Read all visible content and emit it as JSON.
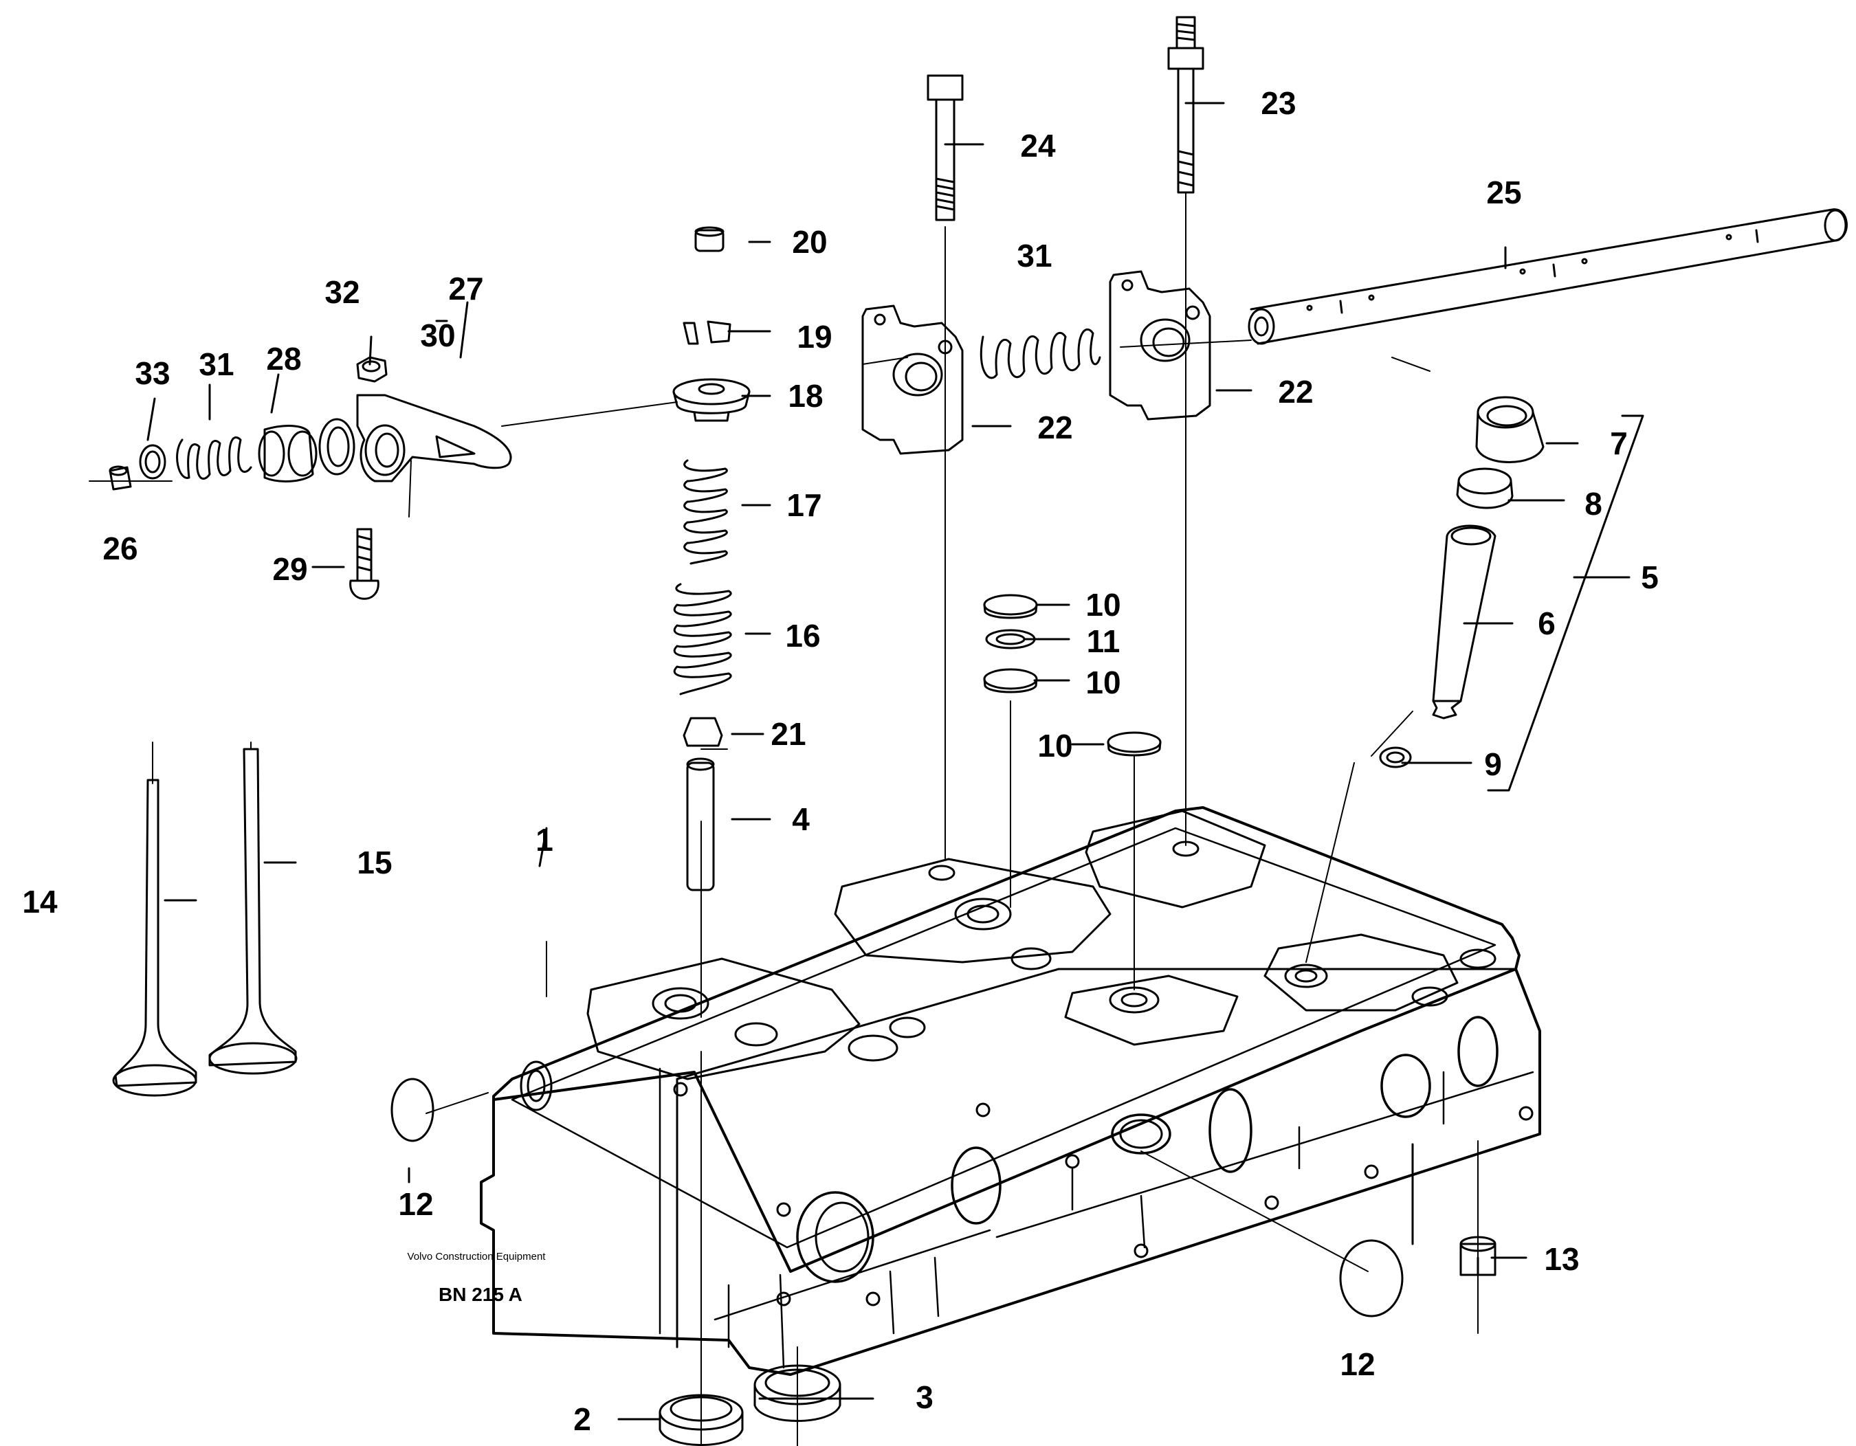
{
  "caption": {
    "company": "Volvo Construction Equipment",
    "drawing_code": "BN 215 A"
  },
  "callouts": [
    {
      "id": "1",
      "text": "1"
    },
    {
      "id": "2",
      "text": "2"
    },
    {
      "id": "3",
      "text": "3"
    },
    {
      "id": "4",
      "text": "4"
    },
    {
      "id": "5",
      "text": "5"
    },
    {
      "id": "6",
      "text": "6"
    },
    {
      "id": "7",
      "text": "7"
    },
    {
      "id": "8",
      "text": "8"
    },
    {
      "id": "9",
      "text": "9"
    },
    {
      "id": "10a",
      "text": "10"
    },
    {
      "id": "10b",
      "text": "10"
    },
    {
      "id": "10c",
      "text": "10"
    },
    {
      "id": "11",
      "text": "11"
    },
    {
      "id": "12a",
      "text": "12"
    },
    {
      "id": "12b",
      "text": "12"
    },
    {
      "id": "13",
      "text": "13"
    },
    {
      "id": "14",
      "text": "14"
    },
    {
      "id": "15",
      "text": "15"
    },
    {
      "id": "16",
      "text": "16"
    },
    {
      "id": "17",
      "text": "17"
    },
    {
      "id": "18",
      "text": "18"
    },
    {
      "id": "19",
      "text": "19"
    },
    {
      "id": "20",
      "text": "20"
    },
    {
      "id": "21",
      "text": "21"
    },
    {
      "id": "22a",
      "text": "22"
    },
    {
      "id": "22b",
      "text": "22"
    },
    {
      "id": "23",
      "text": "23"
    },
    {
      "id": "24",
      "text": "24"
    },
    {
      "id": "25",
      "text": "25"
    },
    {
      "id": "26",
      "text": "26"
    },
    {
      "id": "27",
      "text": "27"
    },
    {
      "id": "28",
      "text": "28"
    },
    {
      "id": "29",
      "text": "29"
    },
    {
      "id": "30",
      "text": "30"
    },
    {
      "id": "31a",
      "text": "31"
    },
    {
      "id": "31b",
      "text": "31"
    },
    {
      "id": "32",
      "text": "32"
    },
    {
      "id": "33",
      "text": "33"
    }
  ]
}
